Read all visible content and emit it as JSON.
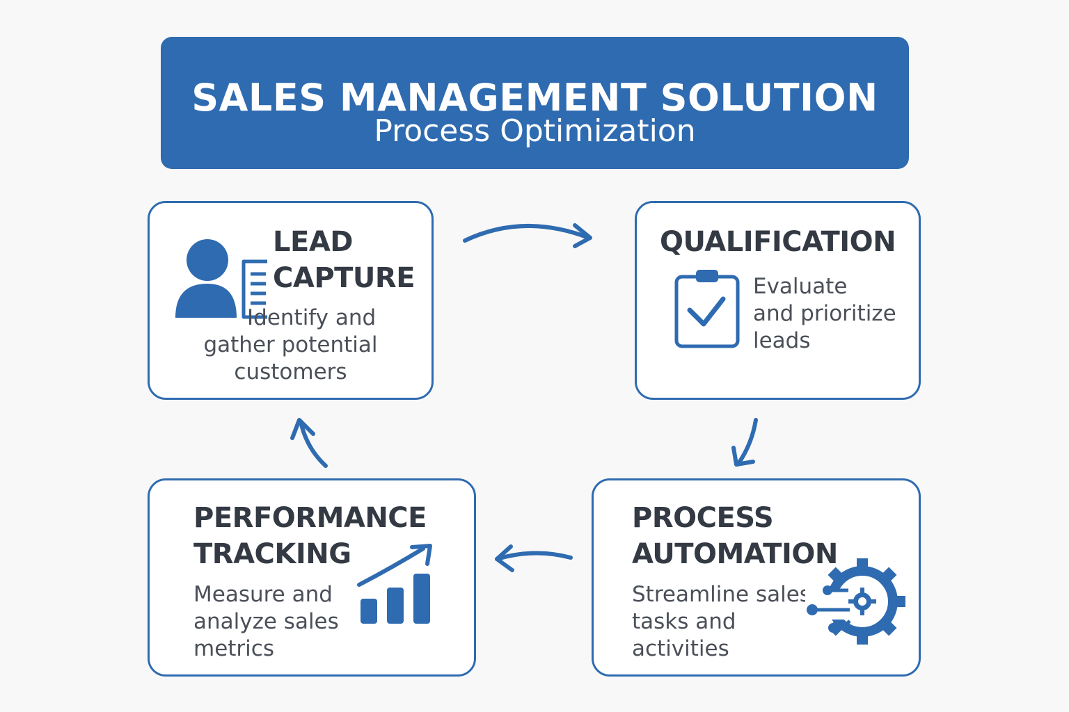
{
  "header": {
    "title": "SALES MANAGEMENT SOLUTION",
    "subtitle": "Process Optimization"
  },
  "colors": {
    "primary": "#2f6bb0",
    "title_text": "#343a44",
    "body_text": "#4a4f58",
    "background": "#f8f8f8"
  },
  "steps": {
    "lead_capture": {
      "title_lines": [
        "LEAD",
        "CAPTURE"
      ],
      "desc_lines": [
        "Identify and",
        "gather potential",
        "customers"
      ],
      "icon": "user-document-icon"
    },
    "qualification": {
      "title_lines": [
        "QUALIFICATION"
      ],
      "desc_lines": [
        "Evaluate",
        "and prioritize",
        "leads"
      ],
      "icon": "clipboard-check-icon"
    },
    "process_automation": {
      "title_lines": [
        "PROCESS",
        "AUTOMATION"
      ],
      "desc_lines": [
        "Streamline sales",
        "tasks and",
        "activities"
      ],
      "icon": "gear-circuit-icon"
    },
    "performance_tracking": {
      "title_lines": [
        "PERFORMANCE",
        "TRACKING"
      ],
      "desc_lines": [
        "Measure and",
        "analyze sales",
        "metrics"
      ],
      "icon": "growth-chart-icon"
    }
  },
  "flow": [
    "lead_capture",
    "qualification",
    "process_automation",
    "performance_tracking"
  ]
}
